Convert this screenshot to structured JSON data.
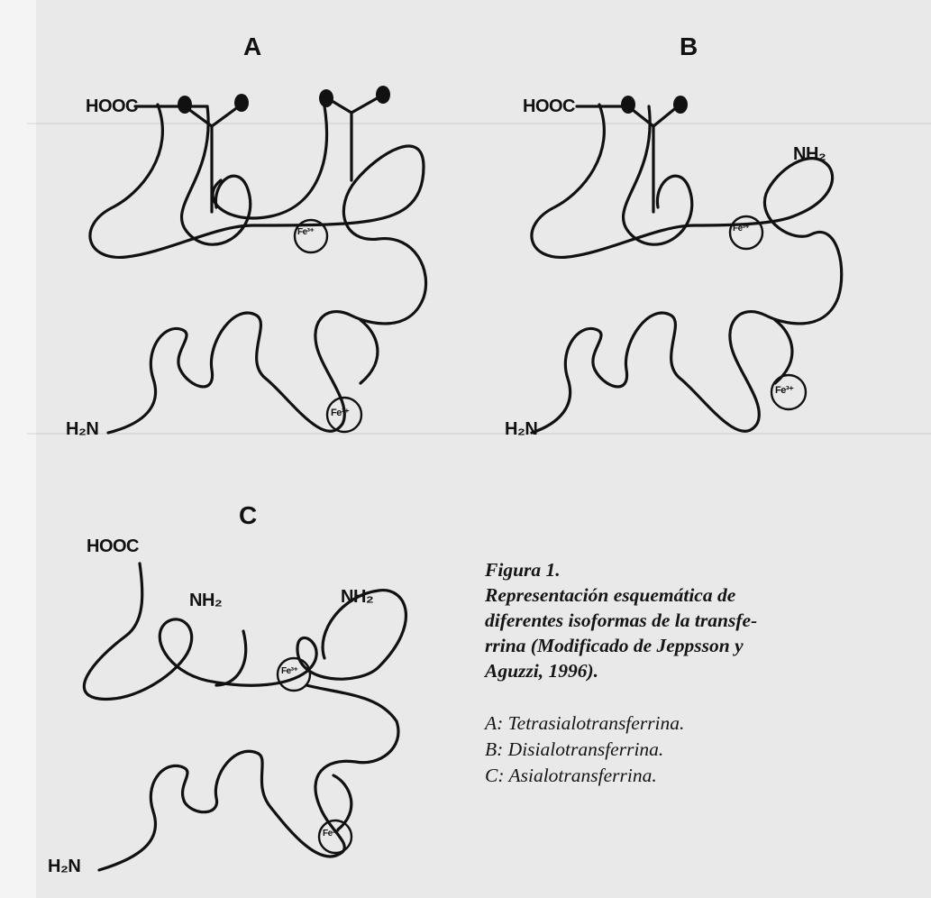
{
  "figure": {
    "panels": [
      {
        "letter": "A",
        "hooc": "HOOC",
        "h2n": "H₂N",
        "iron": "Fe³⁺"
      },
      {
        "letter": "B",
        "hooc": "HOOC",
        "nh2": "NH₂",
        "h2n": "H₂N",
        "iron": "Fe³⁺"
      },
      {
        "letter": "C",
        "hooc": "HOOC",
        "nh2_1": "NH₂",
        "nh2_2": "NH₂",
        "h2n": "H₂N",
        "iron": "Fe³⁺"
      }
    ]
  },
  "caption": {
    "title": "Figura 1.",
    "lines": [
      "Representación esquemática de",
      "diferentes isoformas de la transfe-",
      "rrina (Modificado de Jeppsson y",
      "Aguzzi, 1996)."
    ],
    "legend": [
      "A: Tetrasialotransferrina.",
      "B: Disialotransferrina.",
      "C: Asialotransferrina."
    ]
  },
  "colors": {
    "ink": "#111111",
    "paper": "#e9e9e9"
  }
}
